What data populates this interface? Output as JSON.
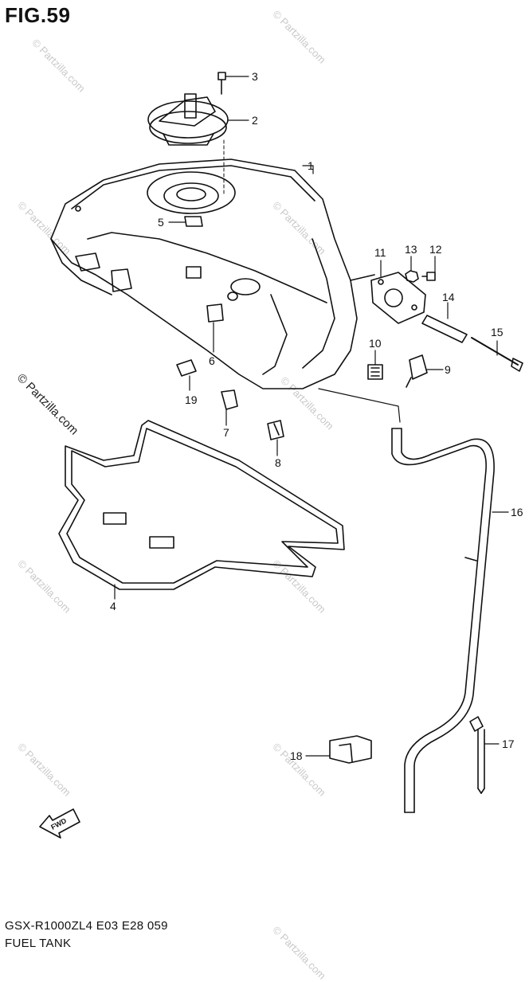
{
  "figure": {
    "title": "FIG.59"
  },
  "footer": {
    "model_code": "GSX-R1000ZL4  E03  E28  059",
    "name": "FUEL TANK"
  },
  "direction_marker": {
    "label": "FWD"
  },
  "watermark": {
    "text": "© Partzilla.com"
  },
  "callouts": {
    "c1": "1",
    "c2": "2",
    "c3": "3",
    "c4": "4",
    "c5": "5",
    "c6": "6",
    "c7": "7",
    "c8": "8",
    "c9": "9",
    "c10": "10",
    "c11": "11",
    "c12": "12",
    "c13": "13",
    "c14": "14",
    "c15": "15",
    "c16": "16",
    "c17": "17",
    "c18": "18",
    "c19": "19"
  }
}
